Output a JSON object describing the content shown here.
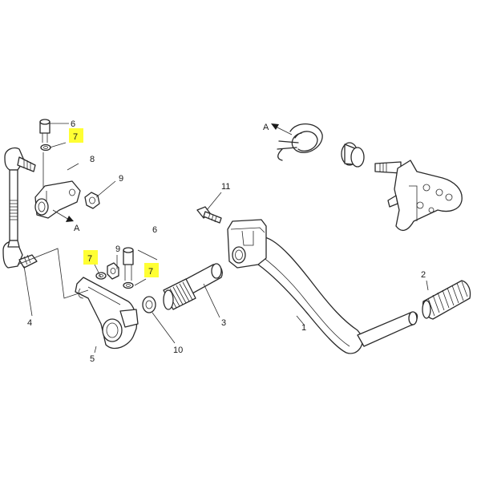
{
  "colors": {
    "highlight": "#ffff33",
    "line": "#2a2a2a",
    "background": "#ffffff"
  },
  "callouts": {
    "c1": "1",
    "c2": "2",
    "c3": "3",
    "c4": "4",
    "c5": "5",
    "c6a": "6",
    "c6b": "6",
    "c7a": "7",
    "c7b": "7",
    "c7c": "7",
    "c8": "8",
    "c9a": "9",
    "c9b": "9",
    "c10": "10",
    "c11": "11"
  },
  "view_markers": {
    "a1": "A",
    "a2": "A"
  }
}
